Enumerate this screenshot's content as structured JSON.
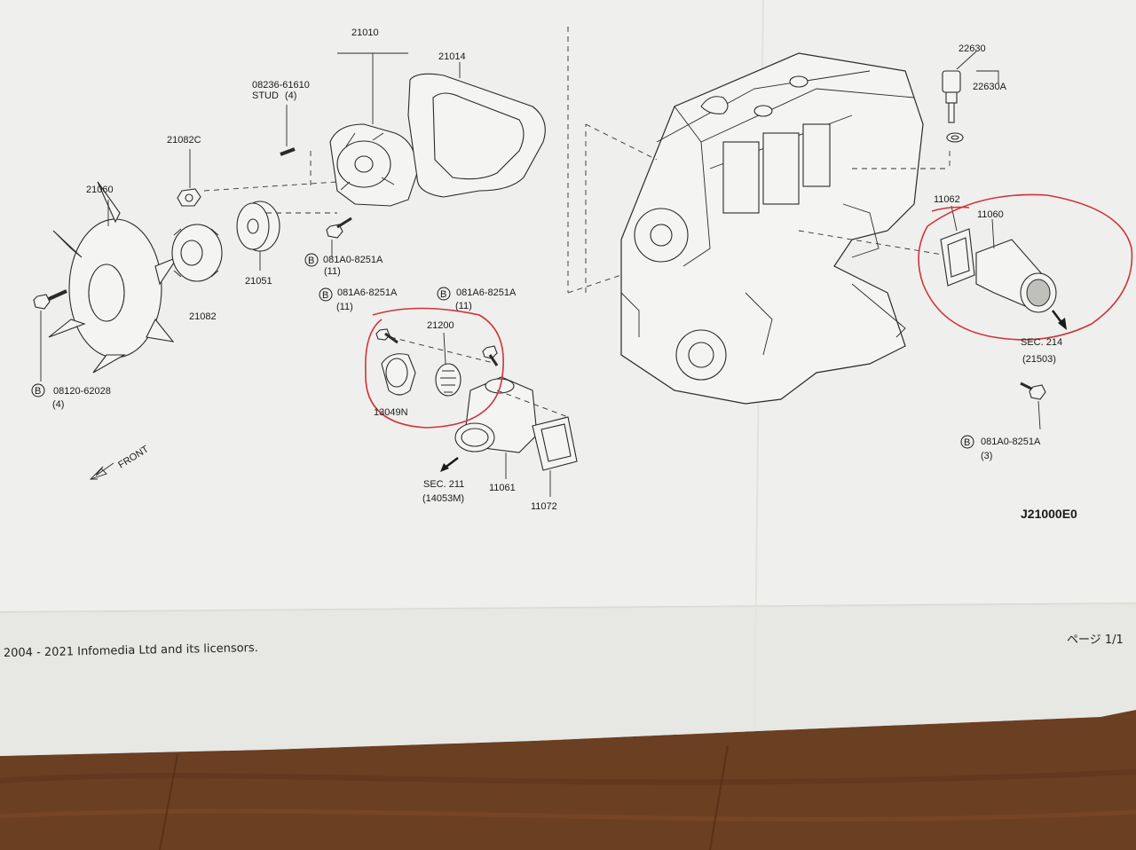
{
  "colors": {
    "paper": "#f1f1ef",
    "wood": "#6b3f22",
    "ink": "#1a1a1a",
    "red_pen": "#d0333b"
  },
  "icons": {
    "bolt_badge": "circled-letter-b",
    "front_arrow": "arrow-down-left",
    "outlet_arrow": "arrow-down-right"
  },
  "parts": {
    "p21010": "21010",
    "p21014": "21014",
    "stud_no": "08236-61610",
    "stud_name": "STUD",
    "stud_qty": "(4)",
    "p21082C": "21082C",
    "p21060": "21060",
    "p21051": "21051",
    "p21082": "21082",
    "bolt_081A0_1": "081A0-8251A",
    "bolt_081A0_1_qty": "(11)",
    "bolt_081A6_1": "081A6-8251A",
    "bolt_081A6_1_qty": "(11)",
    "bolt_081A6_2": "081A6-8251A",
    "bolt_081A6_2_qty": "(11)",
    "bolt_08120": "08120-62028",
    "bolt_08120_qty": "(4)",
    "p21200": "21200",
    "p13049N": "13049N",
    "sec211": "SEC. 211",
    "sec211_ref": "(14053M)",
    "p11061": "11061",
    "p11072": "11072",
    "p22630": "22630",
    "p22630A": "22630A",
    "p11062": "11062",
    "p11060": "11060",
    "sec214": "SEC. 214",
    "sec214_ref": "(21503)",
    "bolt_081A0_2": "081A0-8251A",
    "bolt_081A0_2_qty": "(3)",
    "badge": "B",
    "front": "FRONT",
    "diagram_code": "J21000E0"
  },
  "footer": {
    "copyright": "2004 - 2021 Infomedia Ltd and its licensors.",
    "page": "ページ 1/1"
  }
}
